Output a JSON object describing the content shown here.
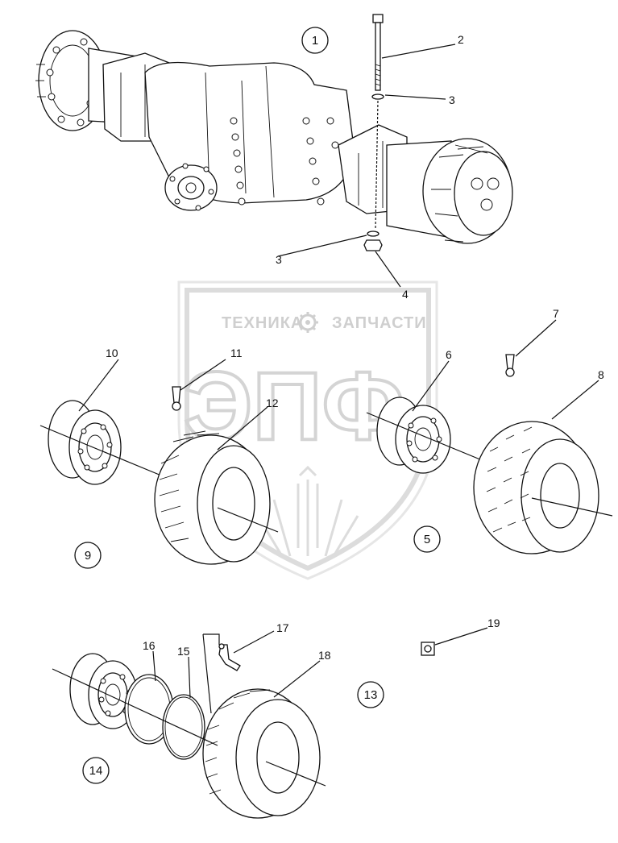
{
  "watermark": {
    "line1_left": "ТЕХНИКА",
    "line1_right": "ЗАПЧАСТИ",
    "logo": "ЭПФ",
    "gear_icon": "gear-icon"
  },
  "group_labels": [
    {
      "id": "g1",
      "text": "1"
    },
    {
      "id": "g5",
      "text": "5"
    },
    {
      "id": "g9",
      "text": "9"
    },
    {
      "id": "g13",
      "text": "13"
    },
    {
      "id": "g14",
      "text": "14"
    }
  ],
  "callouts": [
    {
      "id": "c2",
      "text": "2"
    },
    {
      "id": "c3a",
      "text": "3"
    },
    {
      "id": "c3b",
      "text": "3"
    },
    {
      "id": "c4",
      "text": "4"
    },
    {
      "id": "c6",
      "text": "6"
    },
    {
      "id": "c7",
      "text": "7"
    },
    {
      "id": "c8",
      "text": "8"
    },
    {
      "id": "c10",
      "text": "10"
    },
    {
      "id": "c11",
      "text": "11"
    },
    {
      "id": "c12",
      "text": "12"
    },
    {
      "id": "c15",
      "text": "15"
    },
    {
      "id": "c16",
      "text": "16"
    },
    {
      "id": "c17",
      "text": "17"
    },
    {
      "id": "c18",
      "text": "18"
    },
    {
      "id": "c19",
      "text": "19"
    }
  ]
}
